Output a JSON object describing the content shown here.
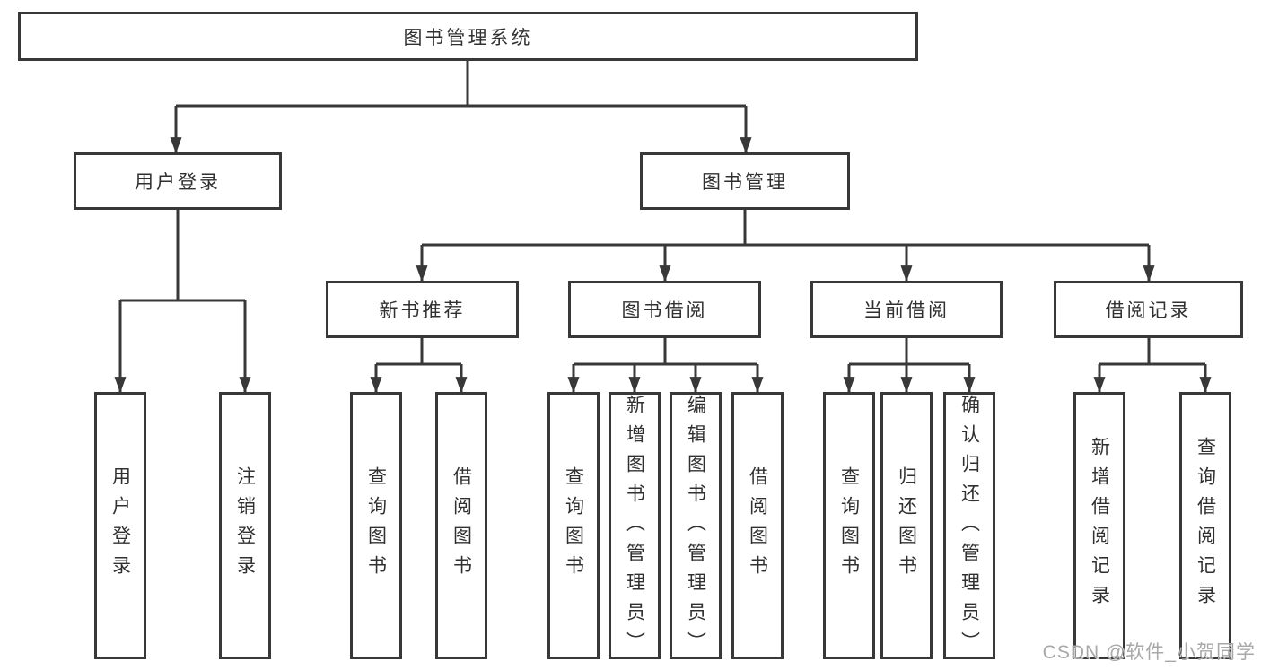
{
  "tree": {
    "root": "图书管理系统",
    "children": [
      {
        "label": "用户登录",
        "children": [
          {
            "label": "用户登录"
          },
          {
            "label": "注销登录"
          }
        ]
      },
      {
        "label": "图书管理",
        "children": [
          {
            "label": "新书推荐",
            "children": [
              {
                "label": "查询图书"
              },
              {
                "label": "借阅图书"
              }
            ]
          },
          {
            "label": "图书借阅",
            "children": [
              {
                "label": "查询图书"
              },
              {
                "label": "新增图书（管理员）"
              },
              {
                "label": "编辑图书（管理员）"
              },
              {
                "label": "借阅图书"
              }
            ]
          },
          {
            "label": "当前借阅",
            "children": [
              {
                "label": "查询图书"
              },
              {
                "label": "归还图书"
              },
              {
                "label": "确认归还（管理员）"
              }
            ]
          },
          {
            "label": "借阅记录",
            "children": [
              {
                "label": "新增借阅记录"
              },
              {
                "label": "查询借阅记录"
              }
            ]
          }
        ]
      }
    ]
  },
  "watermark": {
    "text": "CSDN @软件_小贺同学"
  },
  "colors": {
    "line": "#383838",
    "text": "#303030",
    "watermark": "#a8a8a8",
    "background": "#ffffff"
  }
}
